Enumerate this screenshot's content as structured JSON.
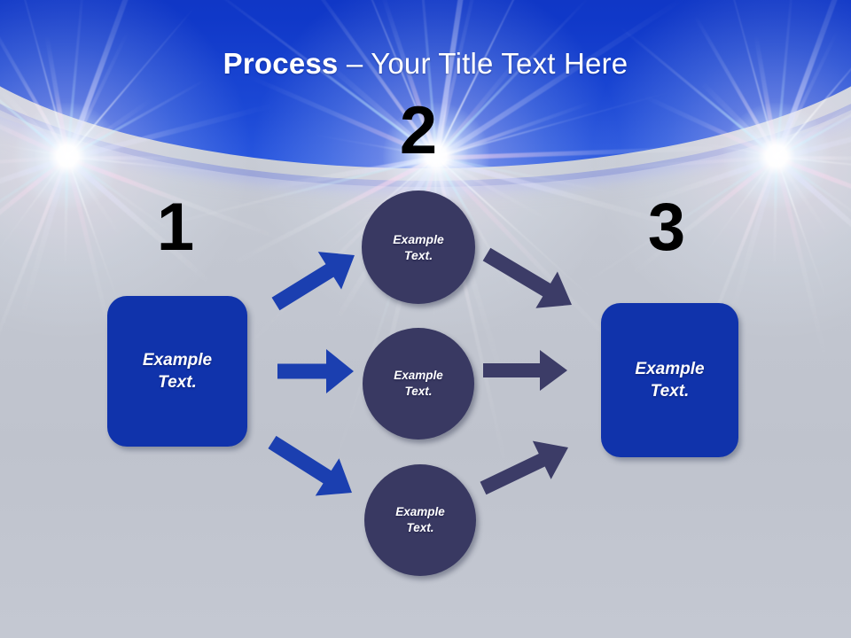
{
  "slide": {
    "title": {
      "strong": "Process",
      "dash": " – ",
      "light": "Your Title Text Here"
    },
    "background": {
      "header_blue": "#1033ab",
      "body_gray": "#c2c6d0",
      "arc_lavender": "#b9c0e4"
    }
  },
  "steps": [
    {
      "number": "1"
    },
    {
      "number": "2"
    },
    {
      "number": "3"
    }
  ],
  "nodes": {
    "start": {
      "label": "Example\nText.",
      "shape": "rounded-rectangle",
      "color": "#1033ab",
      "text_color": "#ffffff"
    },
    "middle": [
      {
        "label": "Example\nText.",
        "shape": "circle",
        "color": "#393962",
        "text_color": "#ffffff"
      },
      {
        "label": "Example\nText.",
        "shape": "circle",
        "color": "#393962",
        "text_color": "#ffffff"
      },
      {
        "label": "Example\nText.",
        "shape": "circle",
        "color": "#393962",
        "text_color": "#ffffff"
      }
    ],
    "end": {
      "label": "Example\nText.",
      "shape": "rounded-rectangle",
      "color": "#1033ab",
      "text_color": "#ffffff"
    }
  },
  "arrows": [
    {
      "name": "arrow-start-to-mid-1",
      "color": "#1b3fb0",
      "direction": "up-right"
    },
    {
      "name": "arrow-start-to-mid-2",
      "color": "#1b3fb0",
      "direction": "right"
    },
    {
      "name": "arrow-start-to-mid-3",
      "color": "#1b3fb0",
      "direction": "down-right"
    },
    {
      "name": "arrow-mid-1-to-end",
      "color": "#3c3c67",
      "direction": "down-right"
    },
    {
      "name": "arrow-mid-2-to-end",
      "color": "#3c3c67",
      "direction": "right"
    },
    {
      "name": "arrow-mid-3-to-end",
      "color": "#3c3c67",
      "direction": "up-right"
    }
  ]
}
